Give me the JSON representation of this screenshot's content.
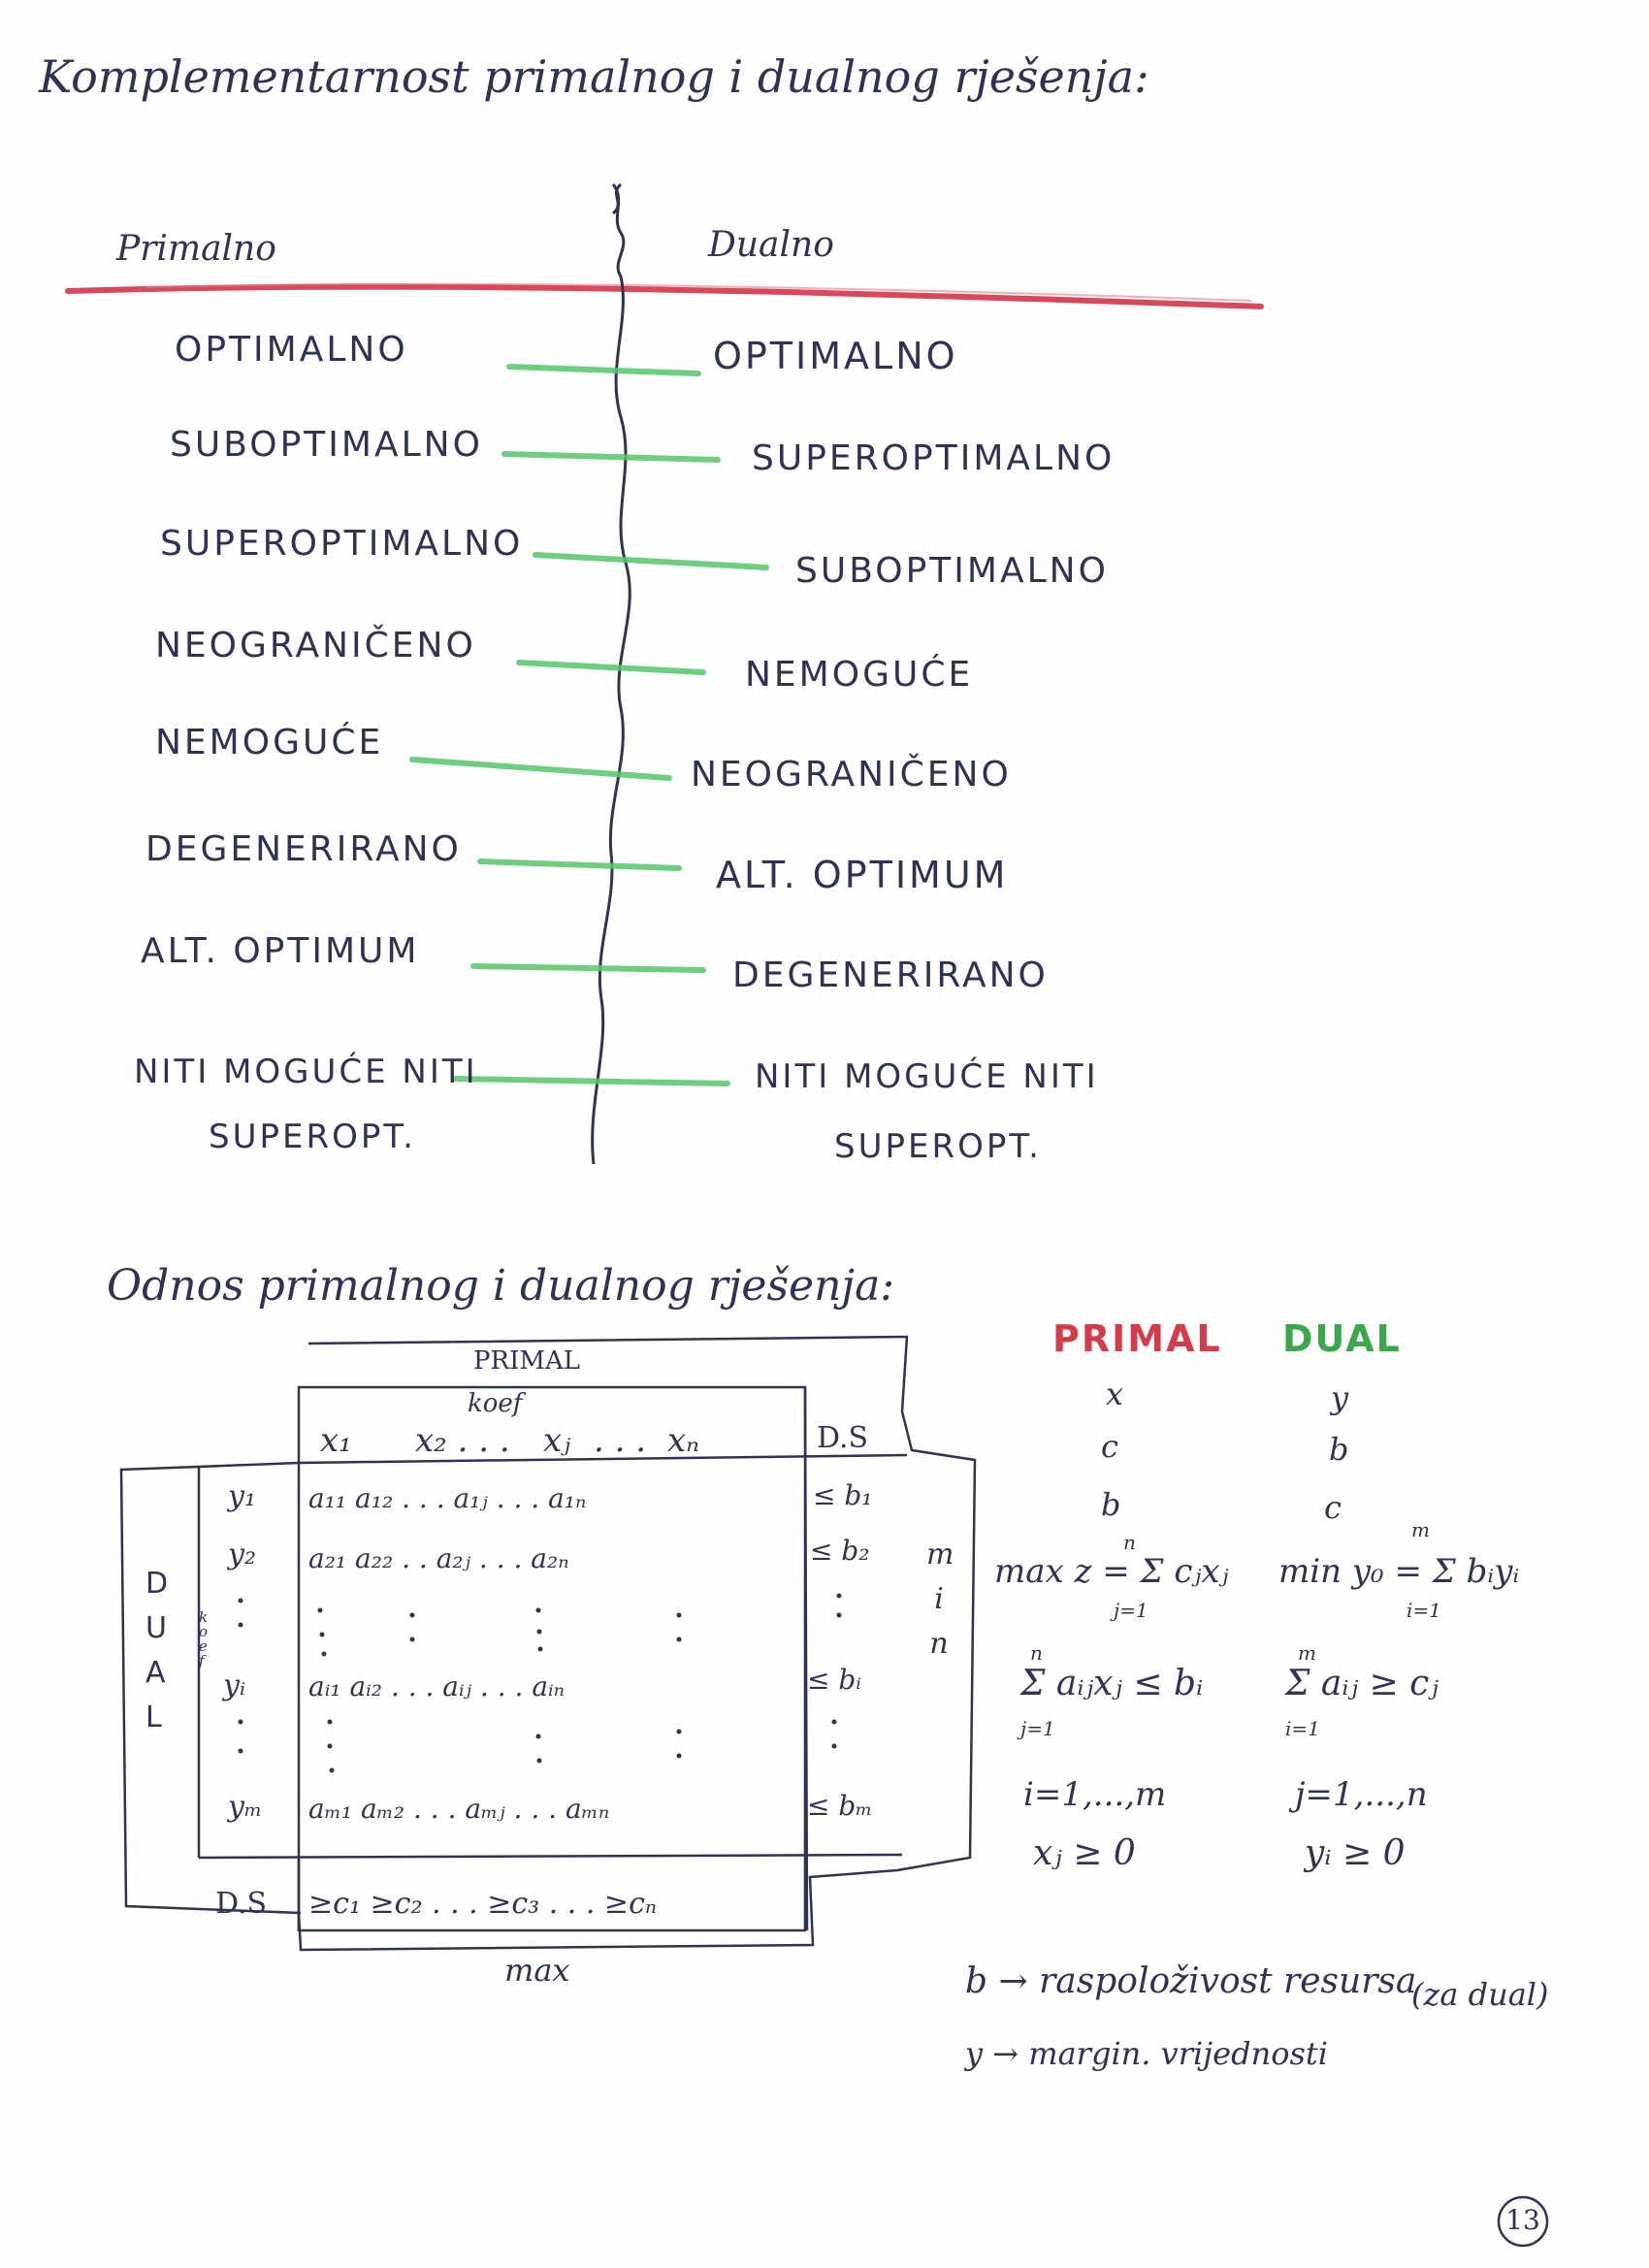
{
  "colors": {
    "ink": "#2f3352",
    "red_rule": "#d9485a",
    "green_link": "#55c56a",
    "primal_heading": "#d43c4c",
    "dual_heading": "#3aa84a"
  },
  "section1": {
    "title": "Komplementarnost primalnog i dualnog rješenja:",
    "col_primal": "Primalno",
    "col_dual": "Dualno",
    "pairs": [
      {
        "primal": "OPTIMALNO",
        "dual": "OPTIMALNO"
      },
      {
        "primal": "SUBOPTIMALNO",
        "dual": "SUPEROPTIMALNO"
      },
      {
        "primal": "SUPEROPTIMALNO",
        "dual": "SUBOPTIMALNO"
      },
      {
        "primal": "NEOGRANIČENO",
        "dual": "NEMOGUĆE"
      },
      {
        "primal": "NEMOGUĆE",
        "dual": "NEOGRANIČENO"
      },
      {
        "primal": "DEGENERIRANO",
        "dual": "ALT. OPTIMUM"
      },
      {
        "primal": "ALT. OPTIMUM",
        "dual": "DEGENERIRANO"
      },
      {
        "primal": "NITI MOGUĆE NITI",
        "primal_line2": "SUPEROPT.",
        "dual": "NITI MOGUĆE NITI",
        "dual_line2": "SUPEROPT."
      }
    ]
  },
  "section2": {
    "title": "Odnos primalnog i dualnog rješenja:",
    "table": {
      "primal_label": "PRIMAL",
      "koef_label": "koef",
      "max_label": "max",
      "min_label": "min",
      "dual_label": "DUAL",
      "koef_vertical": "koef",
      "ds_top": "D.S",
      "ds_bottom": "D.S",
      "column_vars": [
        "x₁",
        "x₂ . . .",
        "xⱼ",
        ". . .",
        "xₙ"
      ],
      "rows": [
        {
          "var": "y₁",
          "cells": "a₁₁   a₁₂ . . .   a₁ⱼ . . .   a₁ₙ",
          "rhs": "≤ b₁"
        },
        {
          "var": "y₂",
          "cells": "a₂₁   a₂₂ . .   a₂ⱼ . . .   a₂ₙ",
          "rhs": "≤ b₂"
        },
        {
          "var": "yᵢ",
          "cells": "aᵢ₁   aᵢ₂ . . .   aᵢⱼ . . .   aᵢₙ",
          "rhs": "≤ bᵢ"
        },
        {
          "var": "yₘ",
          "cells": "aₘ₁   aₘ₂ . . .   aₘⱼ . . .   aₘₙ",
          "rhs": "≤ bₘ"
        }
      ],
      "bottom_row": "≥c₁  ≥c₂ . . . ≥c₃ . . . ≥cₙ"
    },
    "comparison": {
      "primal_heading": "PRIMAL",
      "dual_heading": "DUAL",
      "primal_items": [
        "x",
        "c",
        "b"
      ],
      "dual_items": [
        "y",
        "b",
        "c"
      ],
      "primal_objective": "max z = Σ cⱼxⱼ",
      "primal_obj_upper": "n",
      "primal_obj_lower": "j=1",
      "dual_objective": "min y₀ = Σ bᵢyᵢ",
      "dual_obj_upper": "m",
      "dual_obj_lower": "i=1",
      "primal_constraint": "Σ aᵢⱼxⱼ ≤ bᵢ",
      "primal_con_upper": "n",
      "primal_con_lower": "j=1",
      "dual_constraint": "Σ aᵢⱼ ≥ cⱼ",
      "dual_con_upper": "m",
      "dual_con_lower": "i=1",
      "primal_index": "i=1,...,m",
      "dual_index": "j=1,...,n",
      "primal_nonneg": "xⱼ ≥ 0",
      "dual_nonneg": "yᵢ ≥ 0"
    },
    "notes": {
      "line1": "b → raspoloživost resursa",
      "line2": "y → margin. vrijednosti",
      "bracket": "(za dual)"
    }
  },
  "page_number": "13"
}
